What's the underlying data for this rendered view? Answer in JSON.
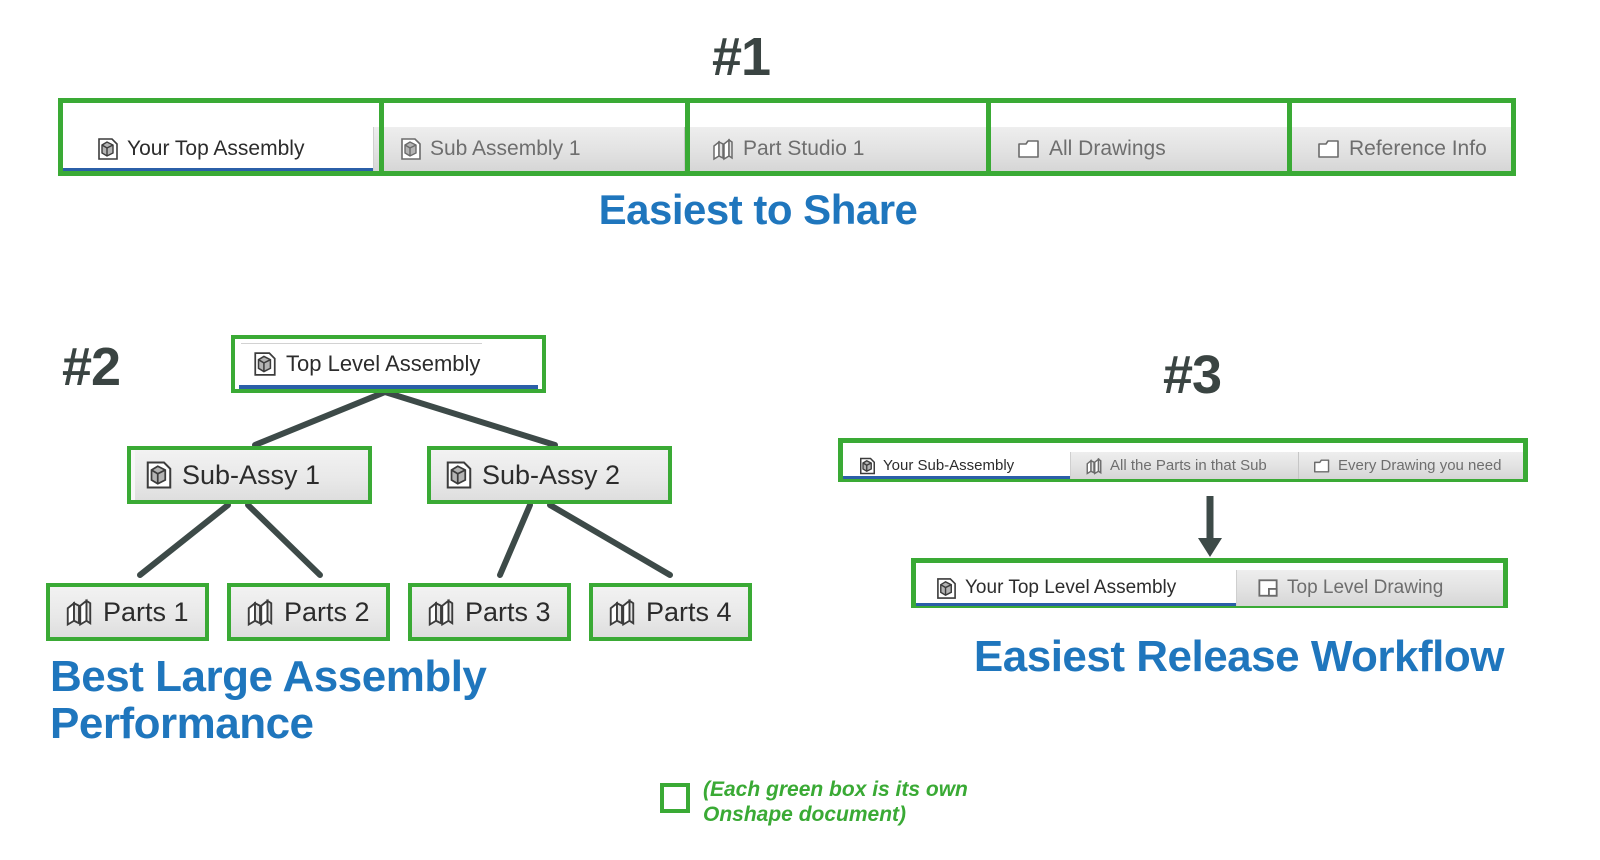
{
  "sections": {
    "one": {
      "number": "#1",
      "caption": "Easiest to Share",
      "tabs": [
        {
          "label": "Your Top Assembly",
          "icon": "assembly-icon",
          "active": true
        },
        {
          "label": "Sub Assembly 1",
          "icon": "assembly-icon",
          "active": false
        },
        {
          "label": "Part Studio 1",
          "icon": "part-studio-icon",
          "active": false
        },
        {
          "label": "All Drawings",
          "icon": "folder-icon",
          "active": false
        },
        {
          "label": "Reference Info",
          "icon": "folder-icon",
          "active": false
        }
      ]
    },
    "two": {
      "number": "#2",
      "caption": "Best Large Assembly Performance",
      "root": {
        "label": "Top Level Assembly",
        "icon": "assembly-icon"
      },
      "subassemblies": [
        {
          "label": "Sub-Assy 1",
          "icon": "assembly-icon"
        },
        {
          "label": "Sub-Assy 2",
          "icon": "assembly-icon"
        }
      ],
      "parts": [
        {
          "label": "Parts 1",
          "icon": "part-studio-icon"
        },
        {
          "label": "Parts 2",
          "icon": "part-studio-icon"
        },
        {
          "label": "Parts 3",
          "icon": "part-studio-icon"
        },
        {
          "label": "Parts 4",
          "icon": "part-studio-icon"
        }
      ]
    },
    "three": {
      "number": "#3",
      "caption": "Easiest Release Workflow",
      "upper_tabs": [
        {
          "label": "Your Sub-Assembly",
          "icon": "assembly-icon",
          "active": true
        },
        {
          "label": "All the Parts in that Sub",
          "icon": "part-studio-icon",
          "active": false
        },
        {
          "label": "Every Drawing you need",
          "icon": "folder-icon",
          "active": false
        }
      ],
      "lower_tabs": [
        {
          "label": "Your Top Level Assembly",
          "icon": "assembly-icon",
          "active": true
        },
        {
          "label": "Top Level Drawing",
          "icon": "drawing-icon",
          "active": false
        }
      ]
    }
  },
  "legend": {
    "line1": "(Each green box is its own",
    "line2": "Onshape document)"
  },
  "colors": {
    "green": "#3aaa35",
    "blue": "#1f76bd",
    "tab_active_underline": "#2b5fa8",
    "number_gray": "#3a4442",
    "tab_text": "#6e6e6e"
  }
}
